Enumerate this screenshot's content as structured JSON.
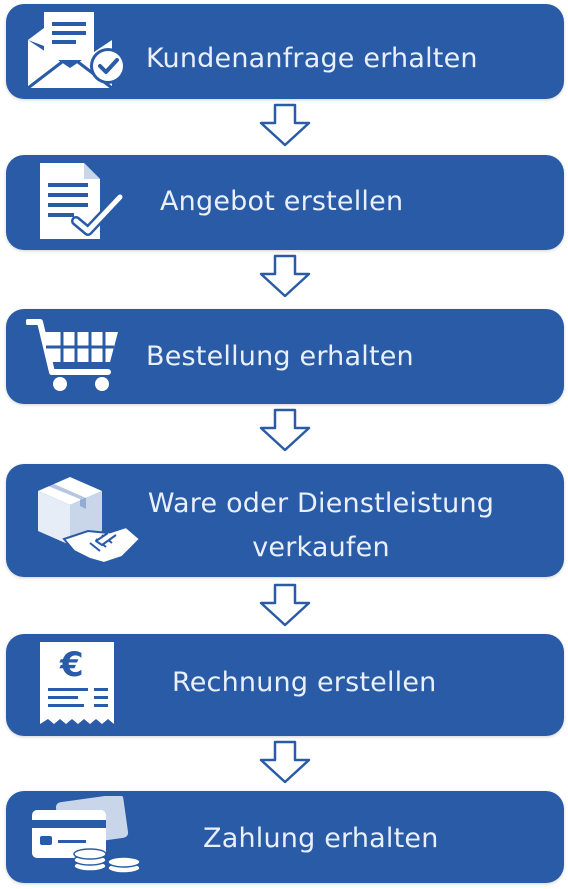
{
  "steps": [
    {
      "label": "Kundenanfrage erhalten",
      "icon": "email-check-icon"
    },
    {
      "label": "Angebot erstellen",
      "icon": "document-check-icon"
    },
    {
      "label": "Bestellung erhalten",
      "icon": "shopping-cart-icon"
    },
    {
      "label": "Ware oder Dienstleistung verkaufen",
      "icon": "box-handshake-icon"
    },
    {
      "label": "Rechnung erstellen",
      "icon": "euro-invoice-icon"
    },
    {
      "label": "Zahlung erhalten",
      "icon": "credit-card-coins-icon"
    }
  ],
  "arrow_icon": "down-arrow-icon",
  "colors": {
    "box_fill": "#2a5ba7",
    "text": "#e9f0fb",
    "icon": "#ffffff",
    "arrow_stroke": "#2a5ba7"
  }
}
